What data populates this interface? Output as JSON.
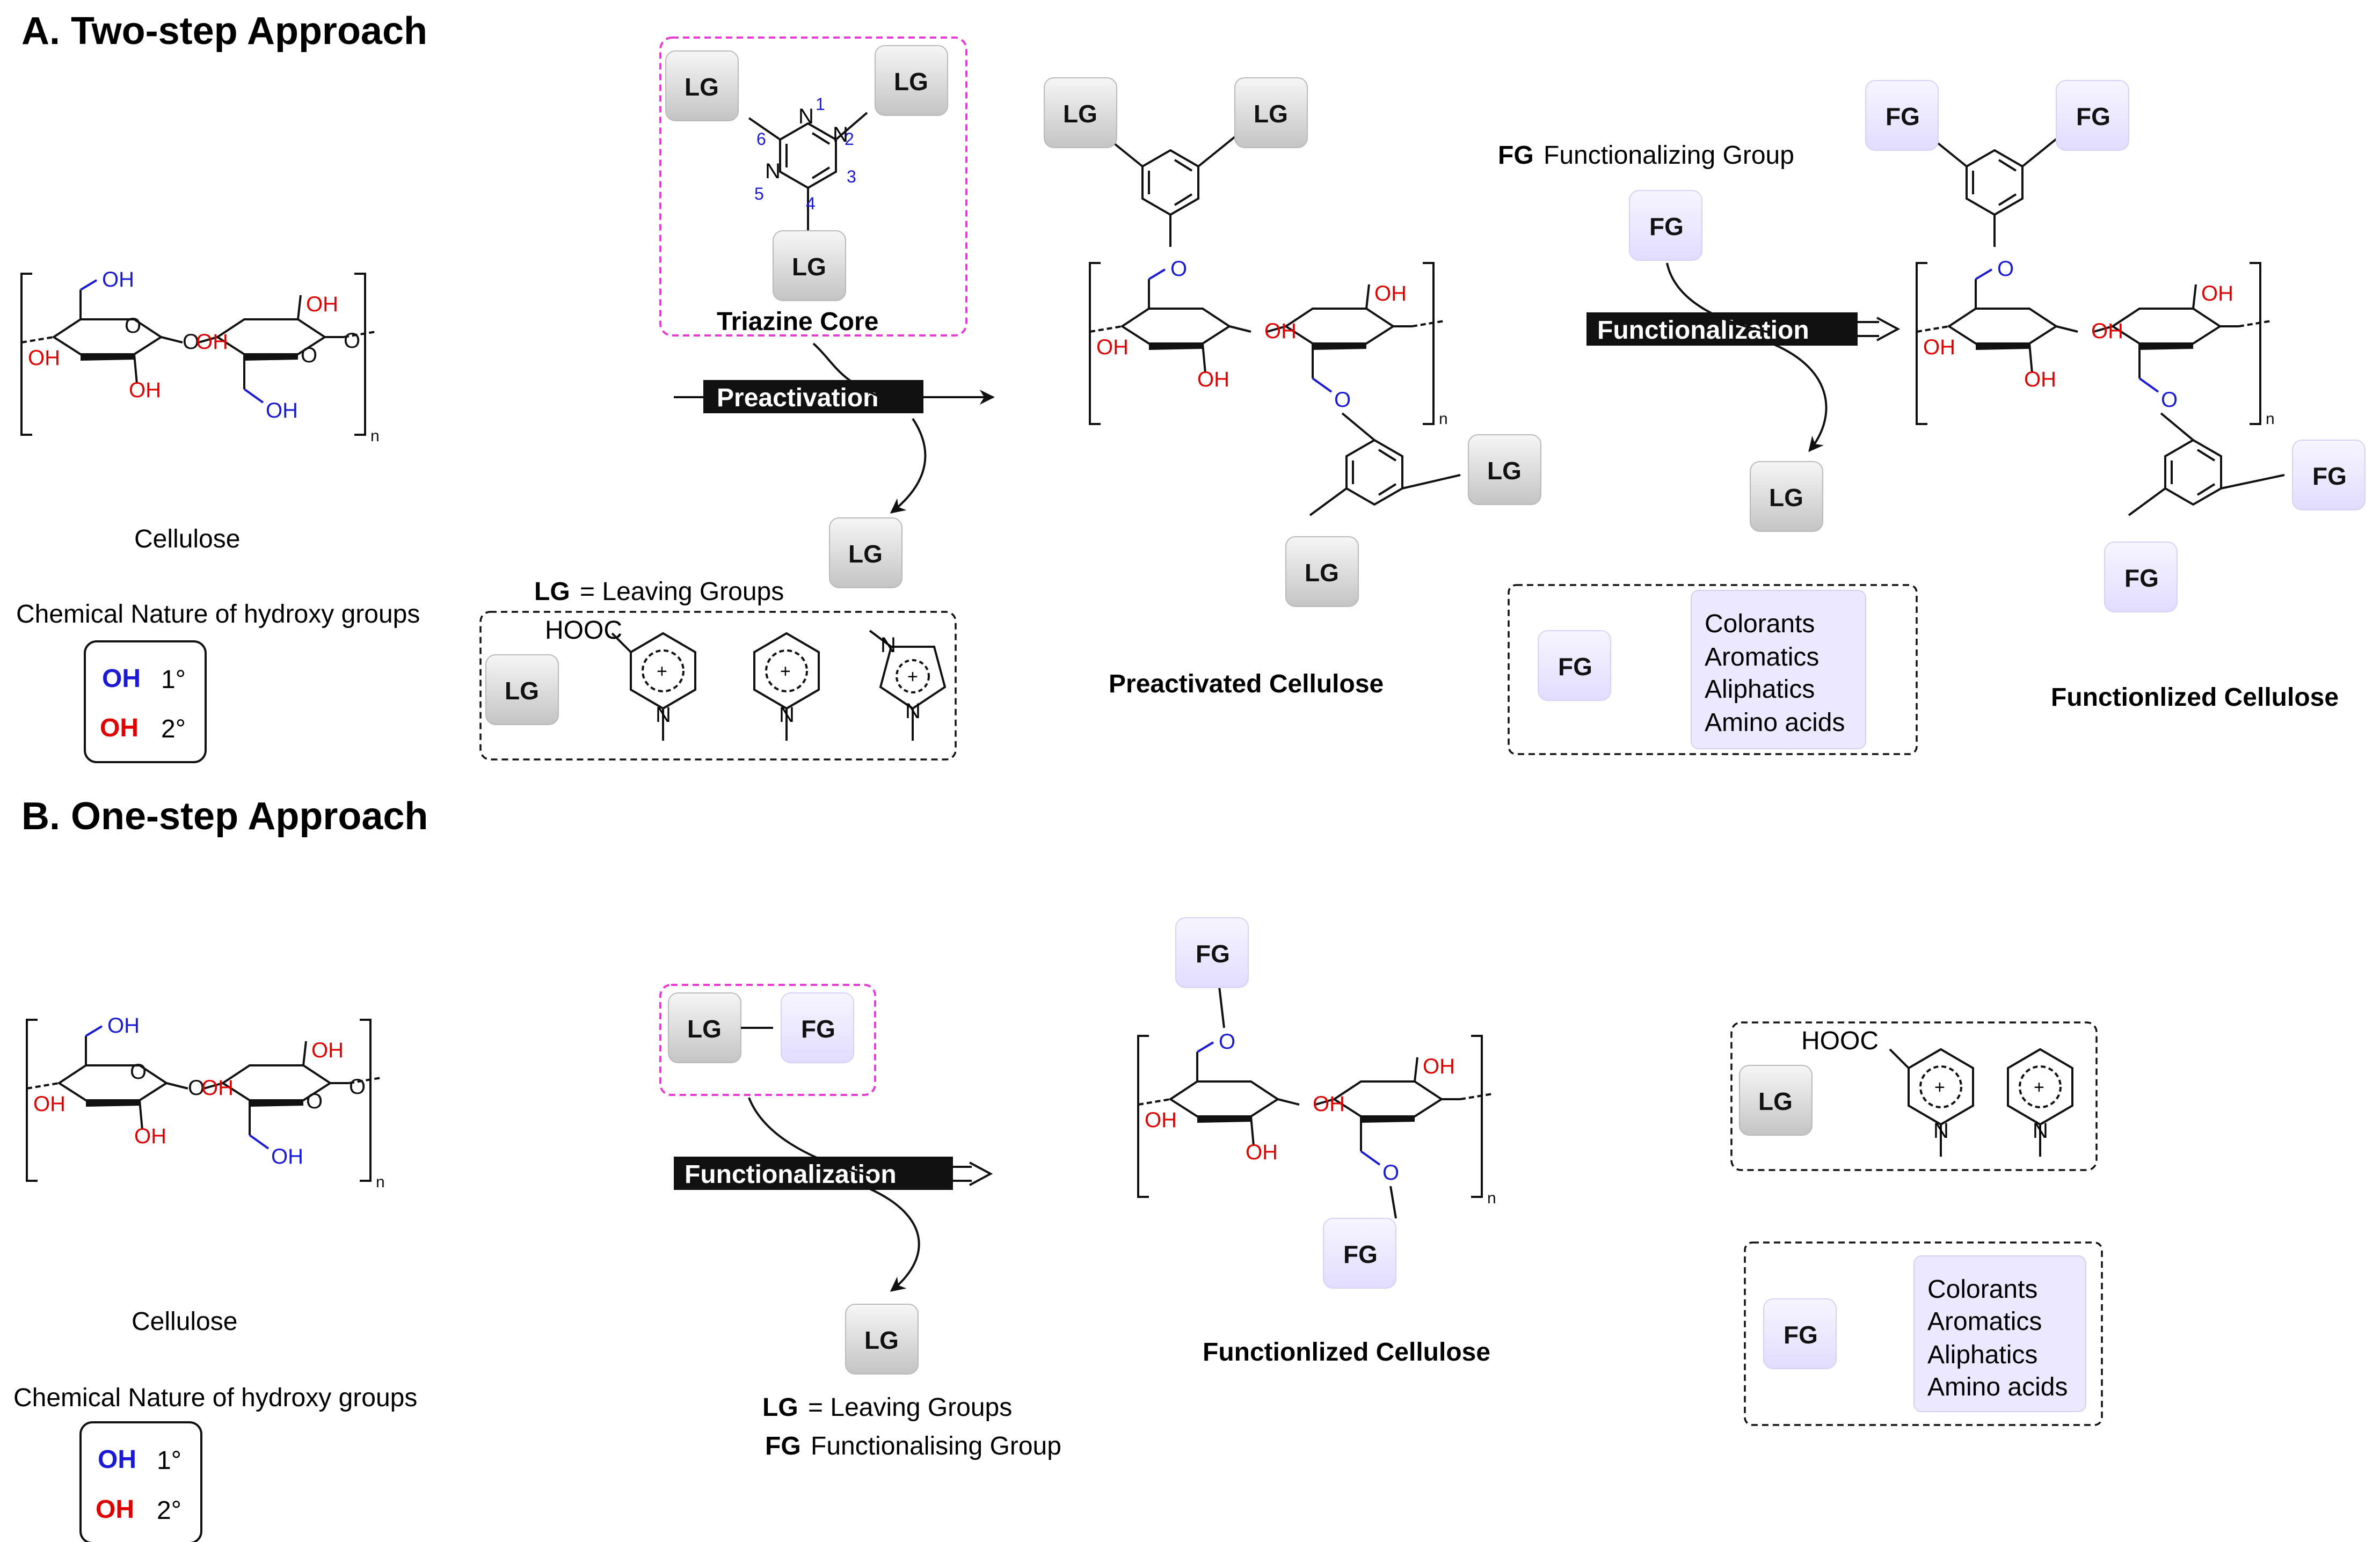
{
  "section_a": {
    "heading": "A. Two-step Approach",
    "triazine_core_label": "Triazine Core",
    "ring_numbers": [
      "1",
      "2",
      "3",
      "4",
      "5",
      "6"
    ],
    "preactivation_label": "Preactivation",
    "lg_definition_bold": "LG",
    "lg_definition_text": "= Leaving Groups",
    "hooc": "HOOC",
    "preactivated_label": "Preactivated Cellulose",
    "fg_definition_bold": "FG",
    "fg_definition_text": "Functionalizing Group",
    "functionalization_label": "Functionalization",
    "functionalized_label": "Functionlized Cellulose",
    "fg_classes": [
      "Colorants",
      "Aromatics",
      "Aliphatics",
      "Amino acids"
    ]
  },
  "section_b": {
    "heading": "B. One-step Approach",
    "functionalization_label": "Functionalization",
    "lg_definition_bold": "LG",
    "lg_definition_text": "= Leaving Groups",
    "fg_definition_bold": "FG",
    "fg_definition_text": "Functionalising Group",
    "functionalized_label": "Functionlized Cellulose",
    "hooc": "HOOC",
    "fg_classes": [
      "Colorants",
      "Aromatics",
      "Aliphatics",
      "Amino acids"
    ]
  },
  "cellulose": {
    "name": "Cellulose",
    "hydroxy_title": "Chemical Nature of hydroxy groups",
    "oh": "OH",
    "o": "O",
    "n": "n",
    "n_atom": "N",
    "primary": "1°",
    "secondary": "2°"
  },
  "tokens": {
    "lg": "LG",
    "fg": "FG",
    "plus": "+"
  },
  "colors": {
    "primary_oh": "#1a1ad6",
    "secondary_oh": "#e00000",
    "triazine_frame": "#e83ad6",
    "fg_box": "#ece8ff",
    "lg_box": "#d9d9d9"
  }
}
